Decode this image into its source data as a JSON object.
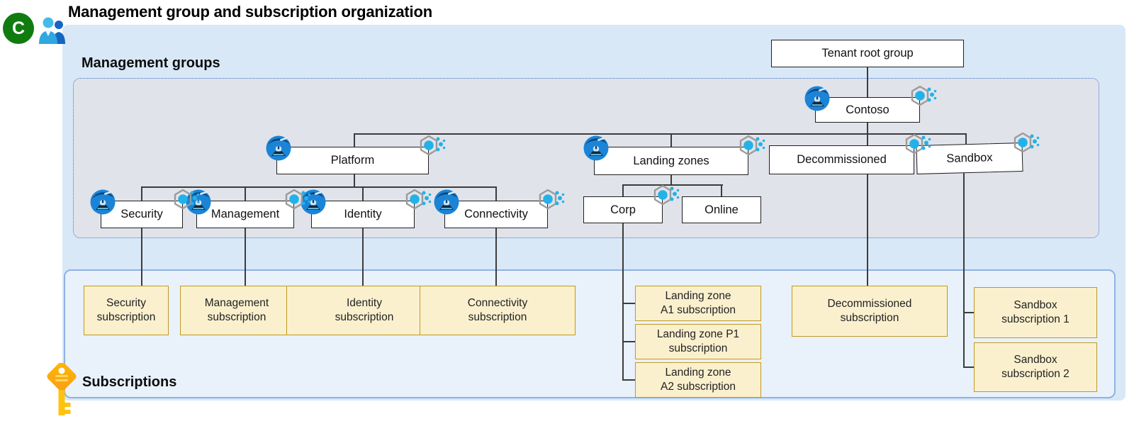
{
  "header": {
    "badge": "C",
    "title": "Management group and subscription organization"
  },
  "sections": {
    "management_groups": {
      "label": "Management groups"
    },
    "subscriptions": {
      "label": "Subscriptions"
    }
  },
  "nodes": {
    "tenant_root": {
      "label": "Tenant root group"
    },
    "contoso": {
      "label": "Contoso"
    },
    "platform": {
      "label": "Platform"
    },
    "landing_zones": {
      "label": "Landing zones"
    },
    "decommissioned": {
      "label": "Decommissioned"
    },
    "sandbox": {
      "label": "Sandbox"
    },
    "security": {
      "label": "Security"
    },
    "management": {
      "label": "Management"
    },
    "identity": {
      "label": "Identity"
    },
    "connectivity": {
      "label": "Connectivity"
    },
    "corp": {
      "label": "Corp"
    },
    "online": {
      "label": "Online"
    }
  },
  "subscription_boxes": {
    "security": {
      "label": "Security\nsubscription"
    },
    "management": {
      "label": "Management\nsubscription"
    },
    "identity": {
      "label": "Identity\nsubscription"
    },
    "connectivity": {
      "label": "Connectivity\nsubscription"
    },
    "landing_zone_a1": {
      "label": "Landing zone\nA1 subscription"
    },
    "landing_zone_p1": {
      "label": "Landing zone P1\nsubscription"
    },
    "landing_zone_a2": {
      "label": "Landing zone\nA2 subscription"
    },
    "decommissioned": {
      "label": "Decommissioned\nsubscription"
    },
    "sandbox_1": {
      "label": "Sandbox\nsubscription 1"
    },
    "sandbox_2": {
      "label": "Sandbox\nsubscription 2"
    }
  },
  "icons": {
    "badge": "letter-c-badge",
    "people": "people-icon",
    "management_group": "management-group-icon",
    "hexagon": "policy-hexagon-icon",
    "key": "subscription-key-icon"
  },
  "colors": {
    "outer_zone_fill": "#d9e8f7",
    "management_zone_fill": "#e1e3ea",
    "management_zone_border": "#3b74cc",
    "subscription_zone_fill": "#e9f1fb",
    "subscription_zone_border": "#8fb2e4",
    "subscription_box_fill": "#fbf0ce",
    "subscription_box_border": "#c09a25",
    "node_border": "#1f1f1f",
    "connector": "#3c3c3c",
    "badge_green": "#107c10",
    "icon_blue": "#1b84d6",
    "icon_cyan": "#23b2e8",
    "key_yellow": "#ffc20e"
  }
}
